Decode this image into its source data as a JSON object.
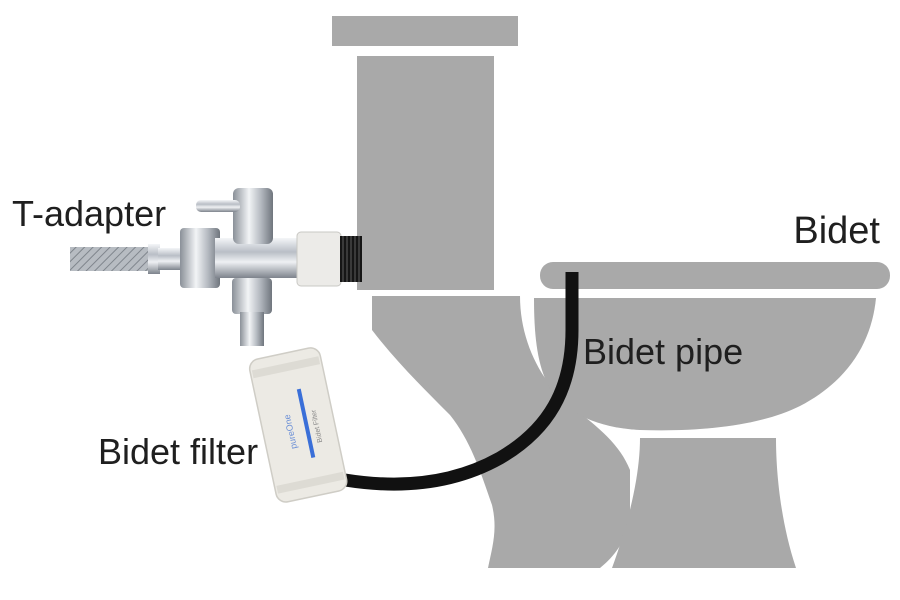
{
  "labels": {
    "t_adapter": "T-adapter",
    "bidet": "Bidet",
    "bidet_pipe": "Bidet pipe",
    "bidet_filter": "Bidet filter"
  },
  "filter_print": {
    "brand": "pureOne",
    "caption": "Bidet Filter"
  },
  "colors": {
    "toilet": "#a9a9a9",
    "pipe": "#111111",
    "chrome": "#c8ccd2",
    "filter_body": "#eceae4",
    "filter_stripe": "#3a6fd8"
  }
}
